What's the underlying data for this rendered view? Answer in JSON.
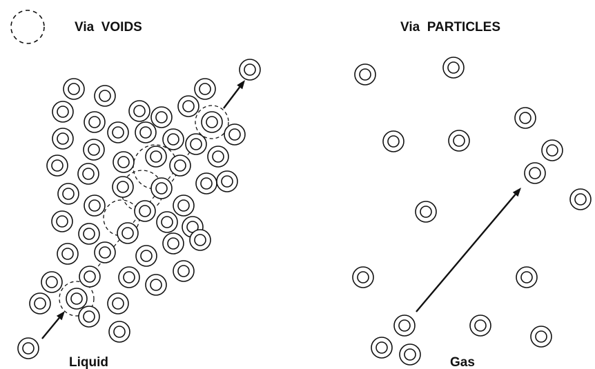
{
  "legend": {
    "symbol": "dashed-circle-icon",
    "label": "Via  VOIDS"
  },
  "left_panel": {
    "title": "Via  VOIDS",
    "caption": "Liquid"
  },
  "right_panel": {
    "title": "Via  PARTICLES",
    "caption": "Gas"
  },
  "colors": {
    "ink": "#111111",
    "background": "#ffffff"
  }
}
